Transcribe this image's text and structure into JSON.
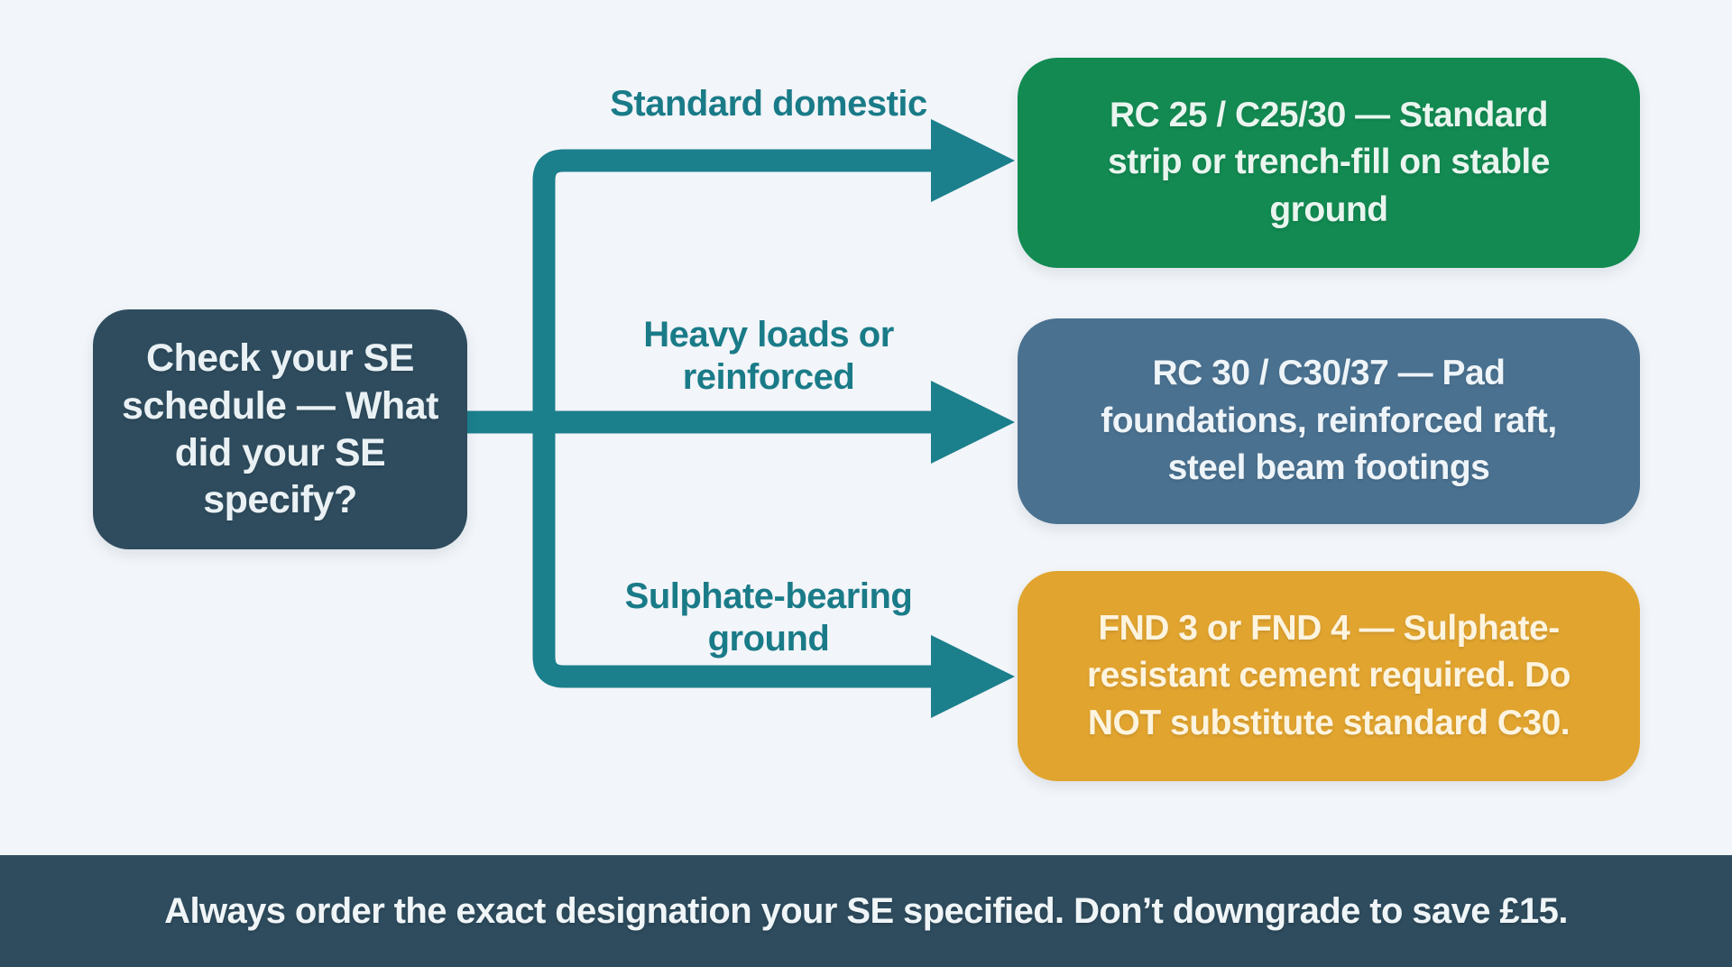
{
  "diagram": {
    "root": {
      "label": "Check your SE\nschedule — What\ndid your SE\nspecify?"
    },
    "branches": [
      {
        "condition": "Standard domestic",
        "result": "RC 25 / C25/30 — Standard\nstrip or trench-fill on stable\nground",
        "color": "#128a52",
        "text_color": "#e9f5ee"
      },
      {
        "condition": "Heavy loads or\nreinforced",
        "result": "RC 30 / C30/37 — Pad\nfoundations, reinforced raft,\nsteel beam footings",
        "color": "#4a7190",
        "text_color": "#eef4f8"
      },
      {
        "condition": "Sulphate-bearing\nground",
        "result": "FND 3 or FND 4 — Sulphate-\nresistant cement required. Do\nNOT substitute standard C30.",
        "color": "#e1a42f",
        "text_color": "#fdf4df"
      }
    ],
    "footer": {
      "note": "Always order the exact designation your SE specified. Don’t downgrade to save £15."
    },
    "colors": {
      "background": "#f2f5f9",
      "root_box": "#2e4c5e",
      "footer_bar": "#2e4c5e",
      "connector": "#1b7f8c",
      "branch_label_text": "#1a7b88"
    }
  }
}
